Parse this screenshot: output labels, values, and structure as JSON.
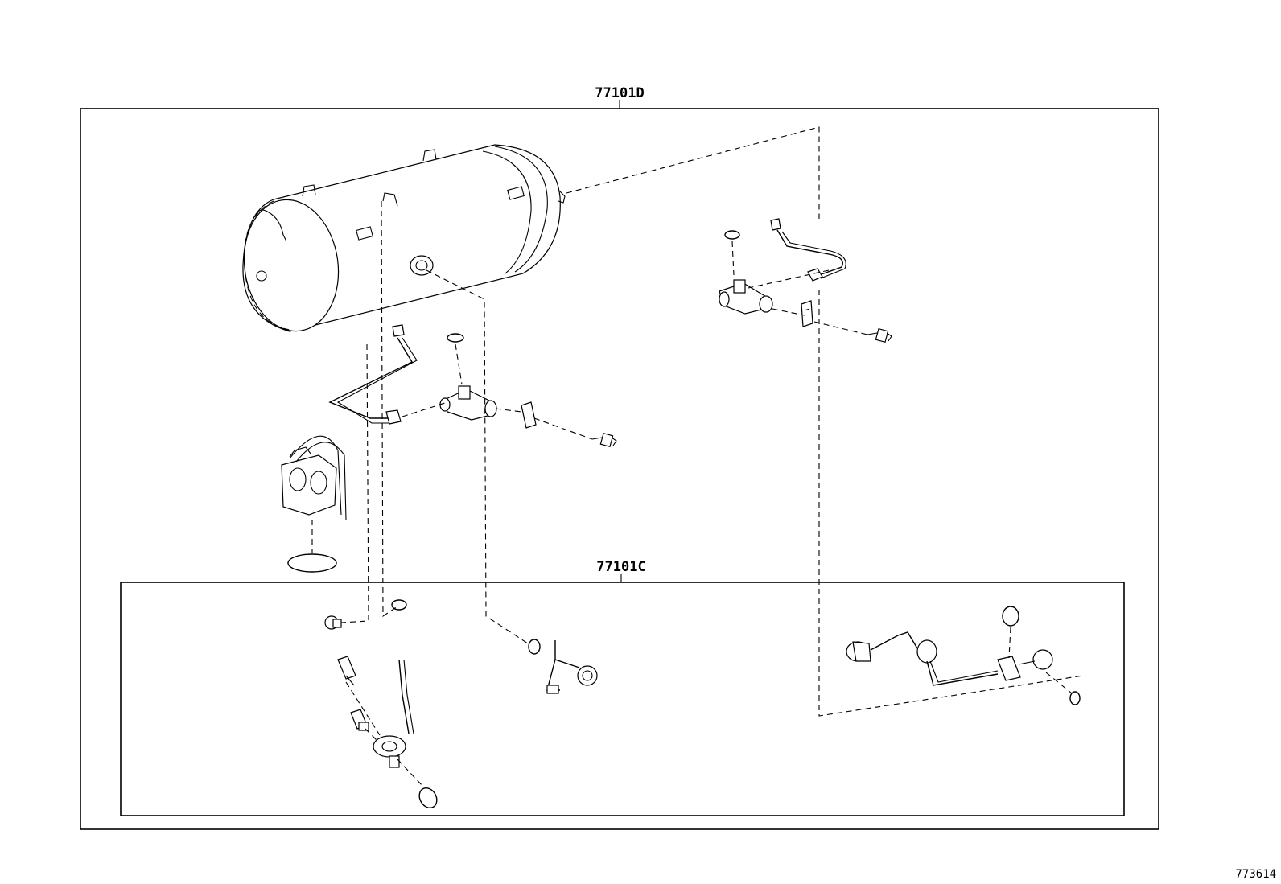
{
  "groups": {
    "outer": {
      "part_number": "77101D"
    },
    "inner": {
      "part_number": "77101C"
    }
  },
  "illustration_ref": "773614"
}
